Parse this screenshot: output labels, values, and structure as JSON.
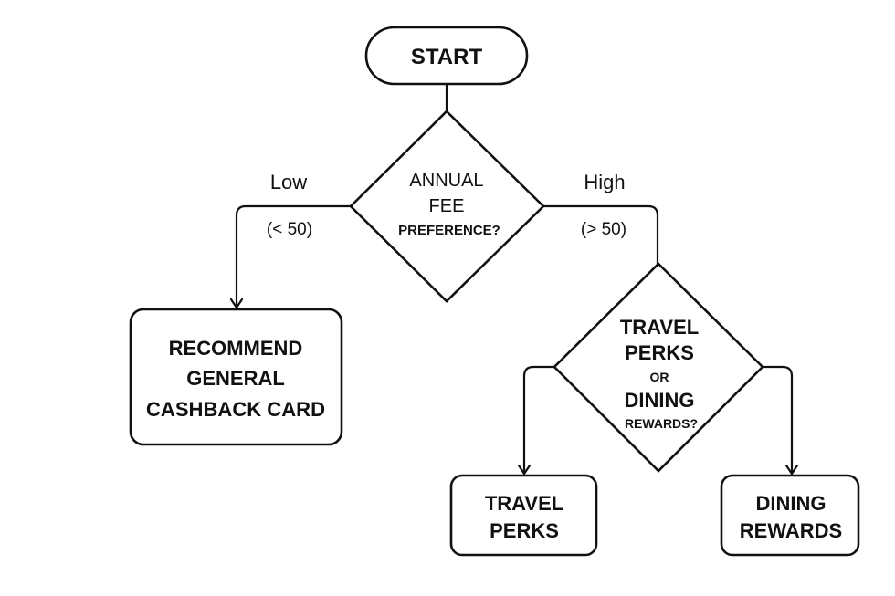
{
  "nodes": {
    "start": {
      "label": "START"
    },
    "fee_decision": {
      "line1": "ANNUAL",
      "line2": "FEE",
      "line3": "PREFERENCE?"
    },
    "cashback": {
      "line1": "RECOMMEND",
      "line2": "GENERAL",
      "line3": "CASHBACK CARD"
    },
    "perks_decision": {
      "line1": "TRAVEL",
      "line2": "PERKS",
      "line3": "OR",
      "line4": "DINING",
      "line5": "REWARDS?"
    },
    "travel": {
      "line1": "TRAVEL",
      "line2": "PERKS"
    },
    "dining": {
      "line1": "DINING",
      "line2": "REWARDS"
    }
  },
  "edges": {
    "low": {
      "label": "Low",
      "condition": "(< 50)"
    },
    "high": {
      "label": "High",
      "condition": "(> 50)"
    }
  },
  "colors": {
    "stroke": "#111111",
    "background": "#ffffff"
  }
}
